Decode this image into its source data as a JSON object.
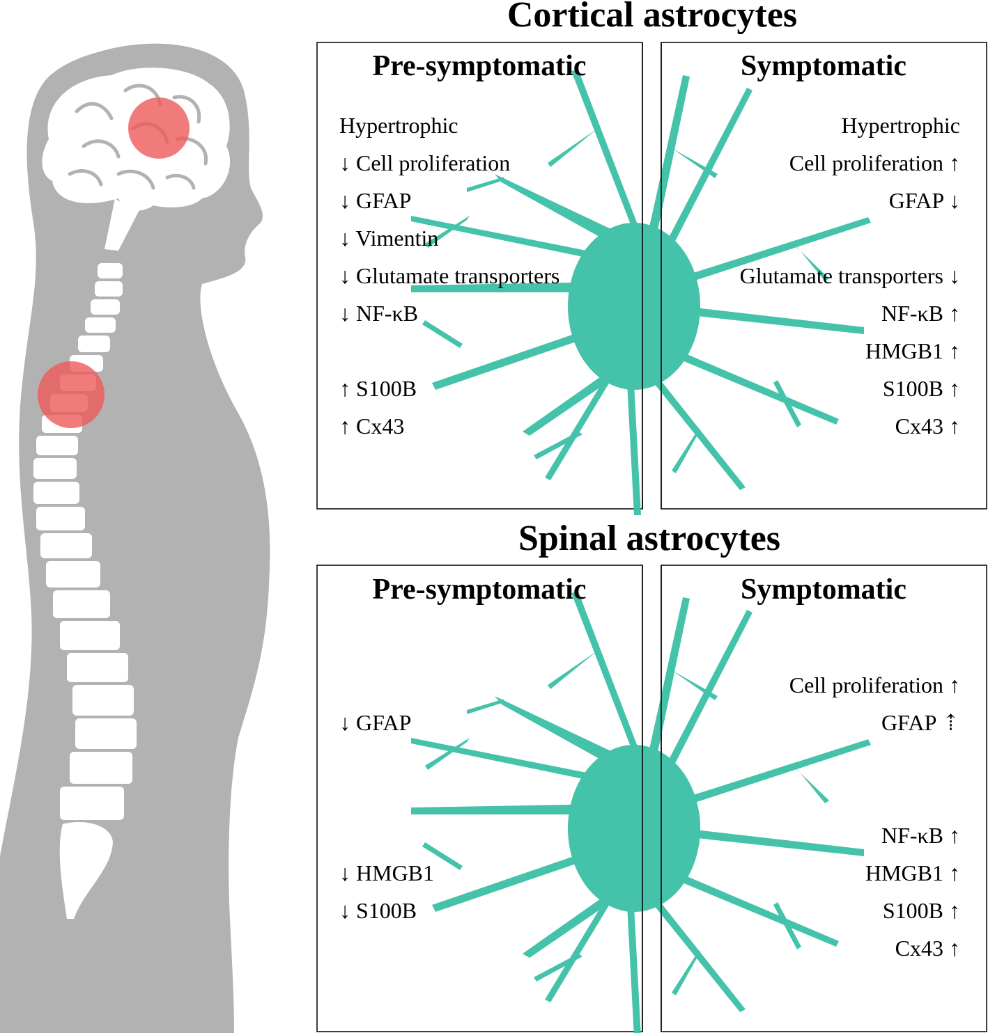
{
  "colors": {
    "silhouette": "#b2b2b2",
    "bone": "#ffffff",
    "highlight": "#ee5a5a",
    "astrocyte": "#3bbfa6",
    "border": "#000000",
    "text": "#000000"
  },
  "icons": {
    "body": "human-silhouette-side-view",
    "brain": "brain-icon",
    "spine": "spine-icon",
    "cell": "astrocyte-icon"
  },
  "sections": [
    {
      "title": "Cortical astrocytes",
      "pre": {
        "heading": "Pre-symptomatic",
        "items": [
          "Hypertrophic",
          "↓ Cell proliferation",
          "↓ GFAP",
          "↓ Vimentin",
          "↓ Glutamate transporters",
          "↓ NF-κB",
          "",
          "↑ S100B",
          "↑ Cx43"
        ]
      },
      "sym": {
        "heading": "Symptomatic",
        "items": [
          "Hypertrophic",
          "Cell proliferation ↑",
          "GFAP ↓",
          "",
          "Glutamate transporters ↓",
          "NF-κB ↑",
          "HMGB1 ↑",
          "S100B ↑",
          "Cx43 ↑"
        ]
      }
    },
    {
      "title": "Spinal astrocytes",
      "pre": {
        "heading": "Pre-symptomatic",
        "items": [
          "",
          "",
          "↓ GFAP",
          "",
          "",
          "",
          "↓ HMGB1",
          "↓ S100B",
          ""
        ]
      },
      "sym": {
        "heading": "Symptomatic",
        "items": [
          "",
          "Cell proliferation ↑",
          "GFAP ⇡",
          "",
          "",
          "NF-κB ↑",
          "HMGB1 ↑",
          "S100B ↑",
          "Cx43 ↑"
        ]
      }
    }
  ]
}
